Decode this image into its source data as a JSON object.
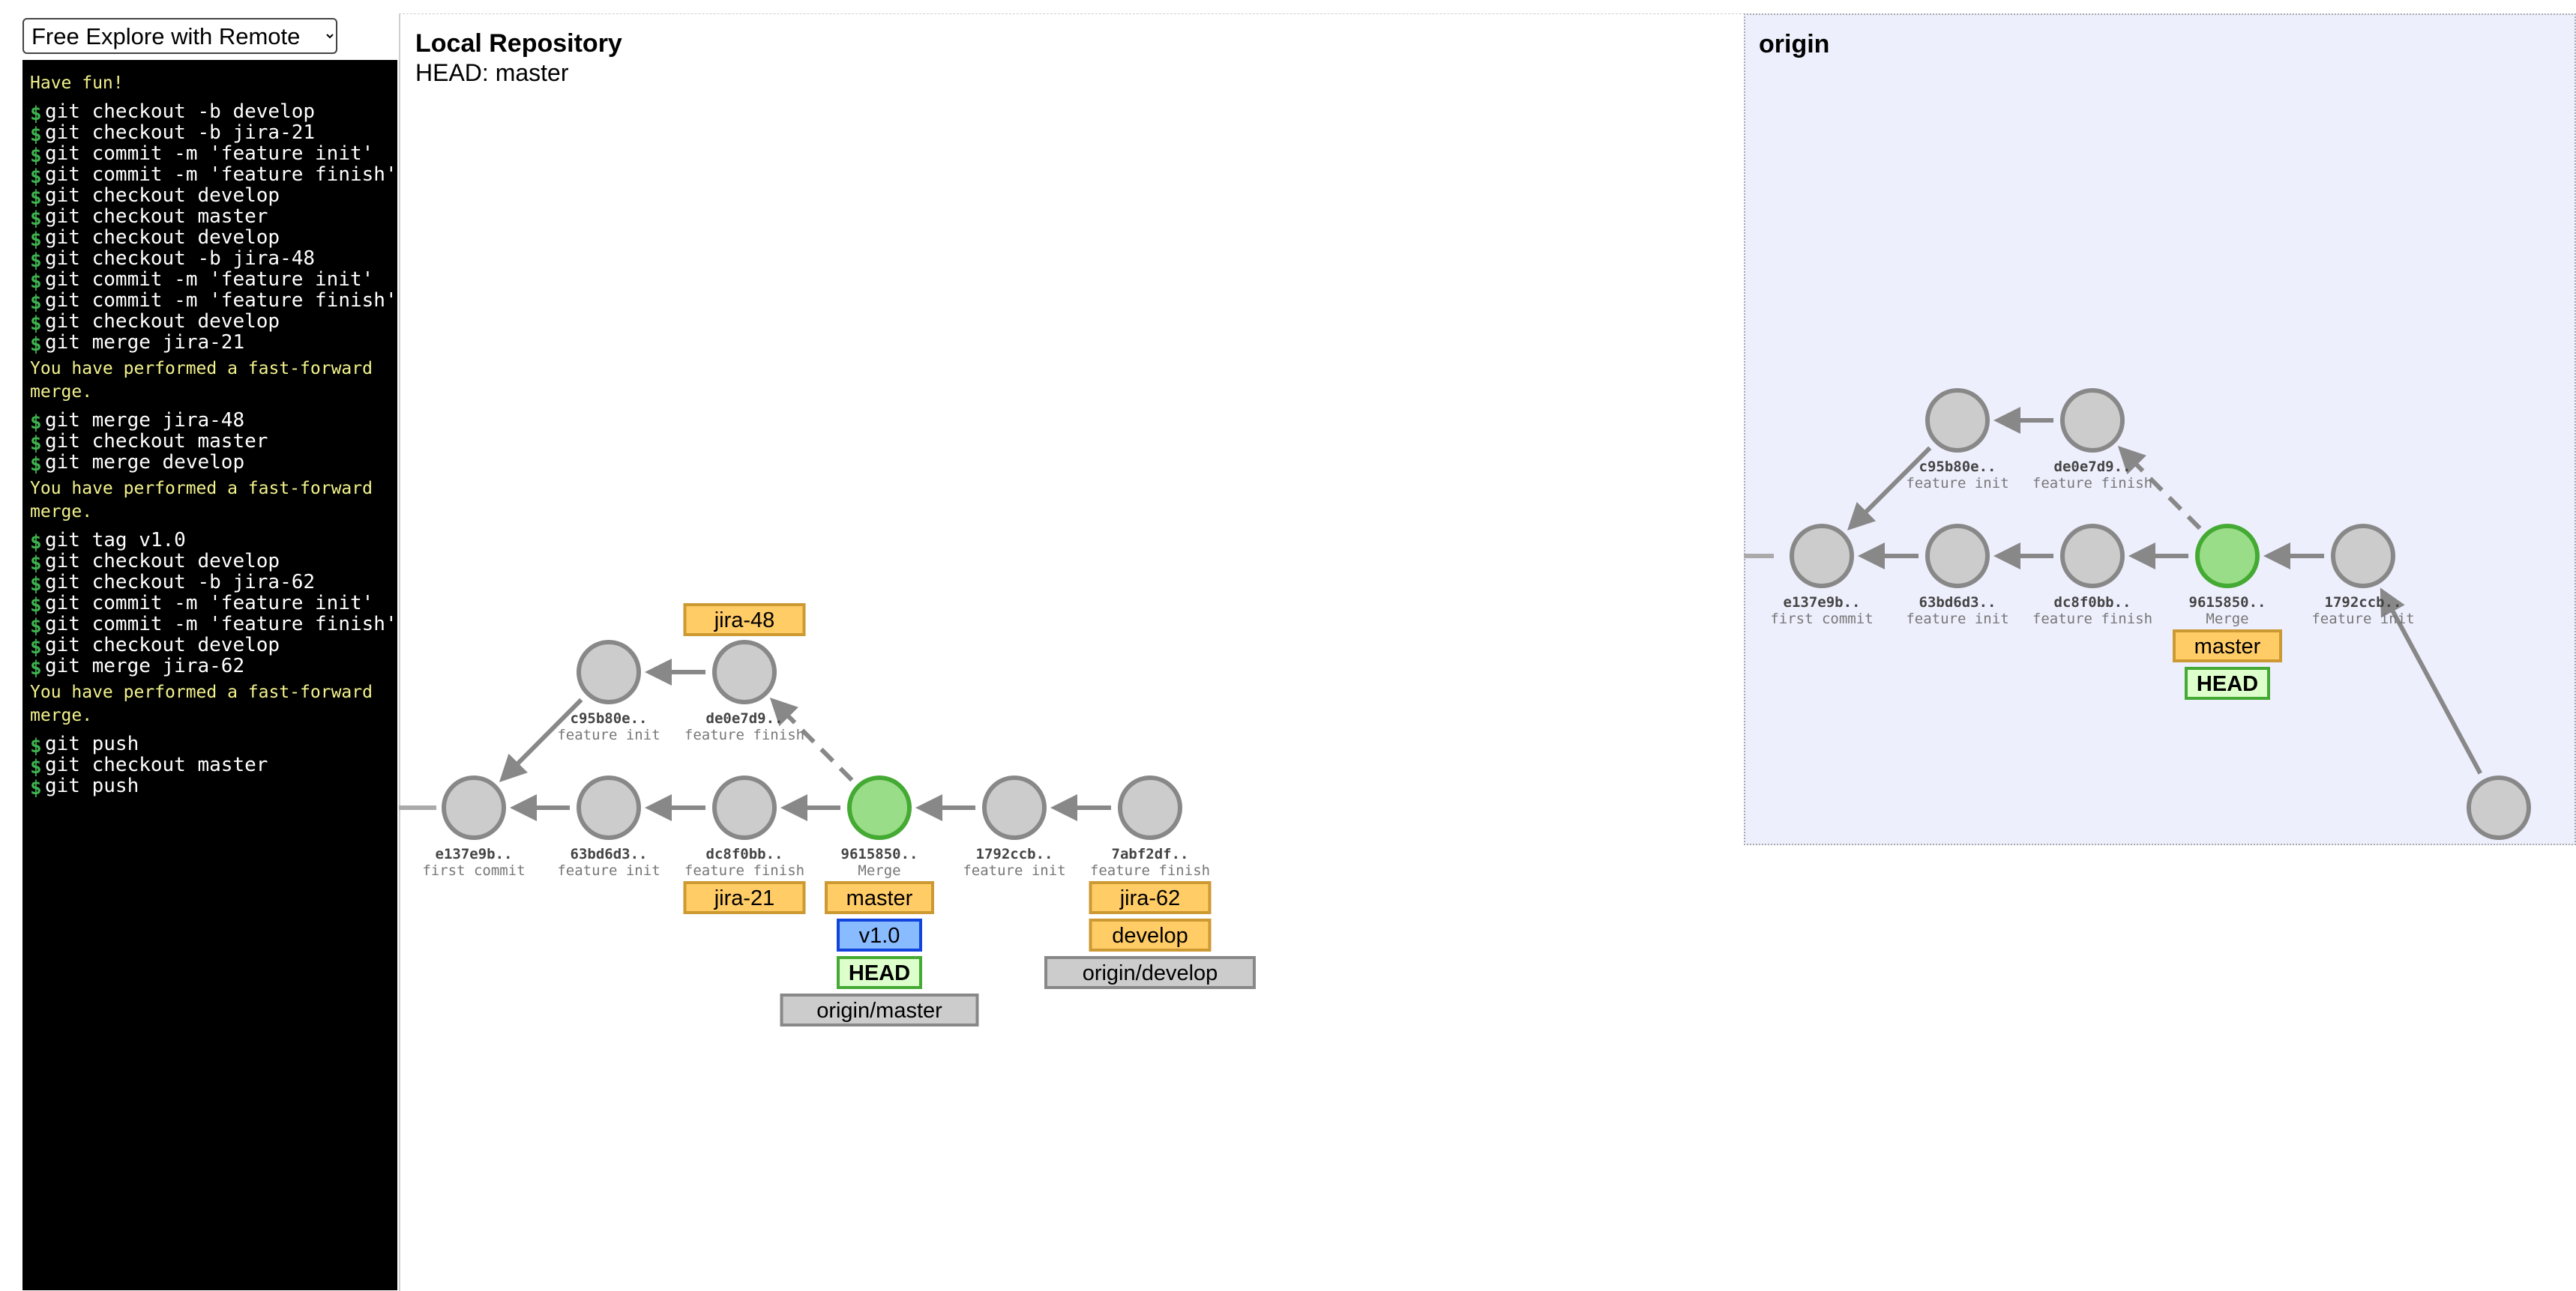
{
  "mode_select": {
    "value": "Free Explore with Remote",
    "options": [
      "Free Explore with Remote"
    ]
  },
  "terminal": {
    "lines": [
      {
        "type": "info",
        "text": "Have fun!"
      },
      {
        "type": "cmd",
        "text": "git checkout -b develop"
      },
      {
        "type": "cmd",
        "text": "git checkout -b jira-21"
      },
      {
        "type": "cmd",
        "text": "git commit -m 'feature init'"
      },
      {
        "type": "cmd",
        "text": "git commit -m 'feature finish'"
      },
      {
        "type": "cmd",
        "text": "git checkout develop"
      },
      {
        "type": "cmd",
        "text": "git checkout master"
      },
      {
        "type": "cmd",
        "text": "git checkout develop"
      },
      {
        "type": "cmd",
        "text": "git checkout -b jira-48"
      },
      {
        "type": "cmd",
        "text": "git commit -m 'feature init'"
      },
      {
        "type": "cmd",
        "text": "git commit -m 'feature finish'"
      },
      {
        "type": "cmd",
        "text": "git checkout develop"
      },
      {
        "type": "cmd",
        "text": "git merge jira-21"
      },
      {
        "type": "info",
        "text": "You have performed a fast-forward merge."
      },
      {
        "type": "cmd",
        "text": "git merge jira-48"
      },
      {
        "type": "cmd",
        "text": "git checkout master"
      },
      {
        "type": "cmd",
        "text": "git merge develop"
      },
      {
        "type": "info",
        "text": "You have performed a fast-forward merge."
      },
      {
        "type": "cmd",
        "text": "git tag v1.0"
      },
      {
        "type": "cmd",
        "text": "git checkout develop"
      },
      {
        "type": "cmd",
        "text": "git checkout -b jira-62"
      },
      {
        "type": "cmd",
        "text": "git commit -m 'feature init'"
      },
      {
        "type": "cmd",
        "text": "git commit -m 'feature finish'"
      },
      {
        "type": "cmd",
        "text": "git checkout develop"
      },
      {
        "type": "cmd",
        "text": "git merge jira-62"
      },
      {
        "type": "info",
        "text": "You have performed a fast-forward merge."
      },
      {
        "type": "cmd",
        "text": "git push"
      },
      {
        "type": "cmd",
        "text": "git checkout master"
      },
      {
        "type": "cmd",
        "text": "git push"
      }
    ]
  },
  "local": {
    "title": "Local Repository",
    "head_text": "HEAD: master",
    "commits": [
      {
        "id": "e137e9b",
        "sha": "e137e9b..",
        "msg": "first commit",
        "merge": false
      },
      {
        "id": "63bd6d3",
        "sha": "63bd6d3..",
        "msg": "feature init",
        "merge": false
      },
      {
        "id": "dc8f0bb",
        "sha": "dc8f0bb..",
        "msg": "feature finish",
        "merge": false
      },
      {
        "id": "9615850",
        "sha": "9615850..",
        "msg": "Merge",
        "merge": true
      },
      {
        "id": "1792ccb",
        "sha": "1792ccb..",
        "msg": "feature init",
        "merge": false
      },
      {
        "id": "7abf2df",
        "sha": "7abf2df..",
        "msg": "feature finish",
        "merge": false
      },
      {
        "id": "c95b80e",
        "sha": "c95b80e..",
        "msg": "feature init",
        "merge": false
      },
      {
        "id": "de0e7d9",
        "sha": "de0e7d9..",
        "msg": "feature finish",
        "merge": false
      }
    ],
    "edges": [
      {
        "from": "63bd6d3",
        "to": "e137e9b",
        "dashed": false
      },
      {
        "from": "dc8f0bb",
        "to": "63bd6d3",
        "dashed": false
      },
      {
        "from": "9615850",
        "to": "dc8f0bb",
        "dashed": false
      },
      {
        "from": "1792ccb",
        "to": "9615850",
        "dashed": false
      },
      {
        "from": "7abf2df",
        "to": "1792ccb",
        "dashed": false
      },
      {
        "from": "c95b80e",
        "to": "e137e9b",
        "dashed": false
      },
      {
        "from": "de0e7d9",
        "to": "c95b80e",
        "dashed": false
      },
      {
        "from": "9615850",
        "to": "de0e7d9",
        "dashed": true
      }
    ],
    "labels": [
      {
        "text": "jira-48",
        "kind": "branch",
        "commit": "de0e7d9",
        "slot": -1
      },
      {
        "text": "jira-21",
        "kind": "branch",
        "commit": "dc8f0bb",
        "slot": 0
      },
      {
        "text": "master",
        "kind": "branch",
        "commit": "9615850",
        "slot": 0
      },
      {
        "text": "v1.0",
        "kind": "tag",
        "commit": "9615850",
        "slot": 1
      },
      {
        "text": "HEAD",
        "kind": "head",
        "commit": "9615850",
        "slot": 2
      },
      {
        "text": "origin/master",
        "kind": "remote",
        "commit": "9615850",
        "slot": 3
      },
      {
        "text": "jira-62",
        "kind": "branch",
        "commit": "7abf2df",
        "slot": 0
      },
      {
        "text": "develop",
        "kind": "branch",
        "commit": "7abf2df",
        "slot": 1
      },
      {
        "text": "origin/develop",
        "kind": "remote",
        "commit": "7abf2df",
        "slot": 2
      }
    ]
  },
  "origin": {
    "title": "origin",
    "commits": [
      {
        "id": "e137e9b",
        "sha": "e137e9b..",
        "msg": "first commit",
        "merge": false
      },
      {
        "id": "63bd6d3",
        "sha": "63bd6d3..",
        "msg": "feature init",
        "merge": false
      },
      {
        "id": "dc8f0bb",
        "sha": "dc8f0bb..",
        "msg": "feature finish",
        "merge": false
      },
      {
        "id": "9615850",
        "sha": "9615850..",
        "msg": "Merge",
        "merge": true
      },
      {
        "id": "1792ccb",
        "sha": "1792ccb..",
        "msg": "feature init",
        "merge": false
      },
      {
        "id": "c95b80e",
        "sha": "c95b80e..",
        "msg": "feature init",
        "merge": false
      },
      {
        "id": "de0e7d9",
        "sha": "de0e7d9..",
        "msg": "feature finish",
        "merge": false
      },
      {
        "id": "7abf2df",
        "sha": "",
        "msg": "",
        "merge": false
      }
    ],
    "edges": [
      {
        "from": "63bd6d3",
        "to": "e137e9b",
        "dashed": false
      },
      {
        "from": "dc8f0bb",
        "to": "63bd6d3",
        "dashed": false
      },
      {
        "from": "9615850",
        "to": "dc8f0bb",
        "dashed": false
      },
      {
        "from": "1792ccb",
        "to": "9615850",
        "dashed": false
      },
      {
        "from": "c95b80e",
        "to": "e137e9b",
        "dashed": false
      },
      {
        "from": "de0e7d9",
        "to": "c95b80e",
        "dashed": false
      },
      {
        "from": "9615850",
        "to": "de0e7d9",
        "dashed": true
      },
      {
        "from": "7abf2df",
        "to": "1792ccb",
        "dashed": false
      }
    ],
    "labels": [
      {
        "text": "master",
        "kind": "branch",
        "commit": "9615850",
        "slot": 0
      },
      {
        "text": "HEAD",
        "kind": "head",
        "commit": "9615850",
        "slot": 1
      }
    ]
  },
  "colors": {
    "terminal_bg": "#000000",
    "prompt": "#3fb34f",
    "info_text": "#f2f28c",
    "commit_fill": "#cccccc",
    "commit_stroke": "#888888",
    "merge_fill": "#99dd88",
    "merge_stroke": "#44aa33",
    "edge": "#888888",
    "branch_fill": "#ffcc66",
    "branch_stroke": "#cc9933",
    "tag_fill": "#88bbff",
    "tag_stroke": "#1144dd",
    "head_fill": "#ddffcc",
    "head_stroke": "#44aa33",
    "remote_fill": "#cccccc",
    "remote_stroke": "#888888",
    "remote_bg": "#eeeffd"
  }
}
